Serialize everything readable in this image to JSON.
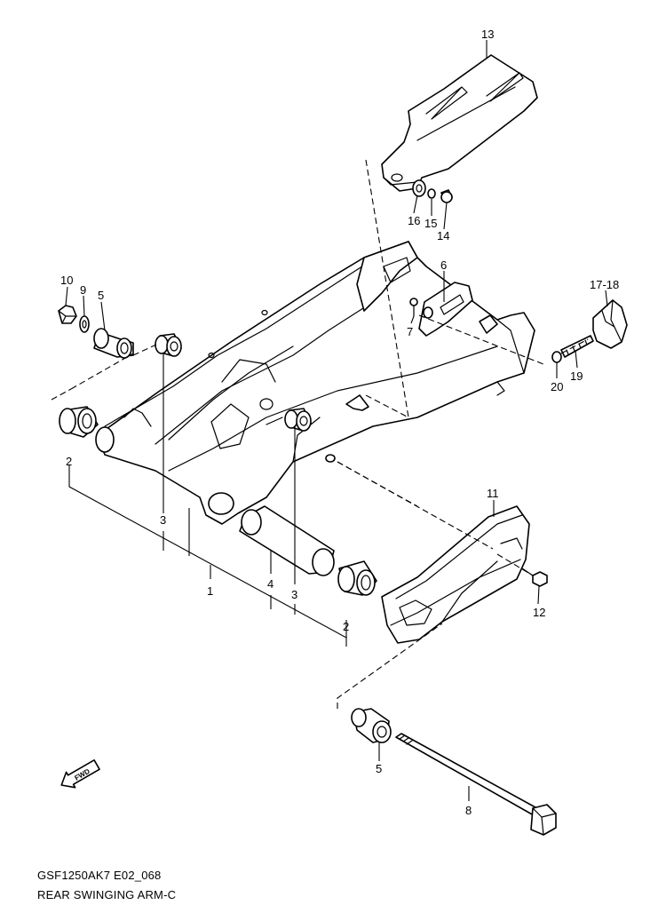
{
  "diagram": {
    "code": "GSF1250AK7 E02_068",
    "title": "REAR SWINGING ARM-C",
    "fwd_label": "FWD",
    "callouts": [
      {
        "id": "callout-13",
        "text": "13"
      },
      {
        "id": "callout-16",
        "text": "16"
      },
      {
        "id": "callout-15",
        "text": "15"
      },
      {
        "id": "callout-14",
        "text": "14"
      },
      {
        "id": "callout-10",
        "text": "10"
      },
      {
        "id": "callout-9",
        "text": "9"
      },
      {
        "id": "callout-5-top",
        "text": "5"
      },
      {
        "id": "callout-6",
        "text": "6"
      },
      {
        "id": "callout-17-18",
        "text": "17-18"
      },
      {
        "id": "callout-7",
        "text": "7"
      },
      {
        "id": "callout-19",
        "text": "19"
      },
      {
        "id": "callout-20",
        "text": "20"
      },
      {
        "id": "callout-2-left",
        "text": "2"
      },
      {
        "id": "callout-3-left",
        "text": "3"
      },
      {
        "id": "callout-3-right",
        "text": "3"
      },
      {
        "id": "callout-4",
        "text": "4"
      },
      {
        "id": "callout-1",
        "text": "1"
      },
      {
        "id": "callout-2-right",
        "text": "2"
      },
      {
        "id": "callout-11",
        "text": "11"
      },
      {
        "id": "callout-12",
        "text": "12"
      },
      {
        "id": "callout-5-bottom",
        "text": "5"
      },
      {
        "id": "callout-8",
        "text": "8"
      }
    ]
  }
}
